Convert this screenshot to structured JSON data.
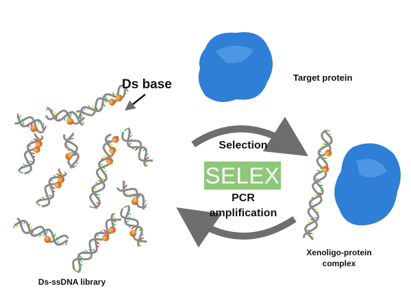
{
  "labels": {
    "ds_base": "Ds base",
    "target_protein": "Target protein",
    "selection": "Selection",
    "selex": "SELEX",
    "pcr": "PCR",
    "amplification": "amplification",
    "complex_line1": "Xenoligo-protein",
    "complex_line2": "complex",
    "library": "Ds-ssDNA library"
  },
  "colors": {
    "protein": "#2f7fd6",
    "arrow": "#6e6e6e",
    "selex_box": "#8dc878",
    "ds_base_sphere": "#e07a1a",
    "backbone": "#8a8a8a"
  }
}
